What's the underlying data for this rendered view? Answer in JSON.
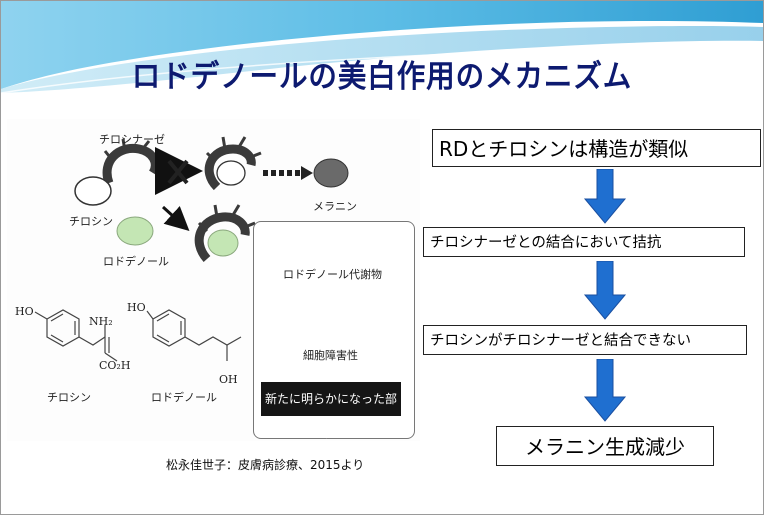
{
  "slide": {
    "title": "ロドデノールの美白作用のメカニズム"
  },
  "diagram": {
    "labels": {
      "enzyme": "チロシナーゼ",
      "tyrosine_node": "チロシン",
      "rhododenol_node": "ロドデノール",
      "melanin": "メラニン",
      "metabolite": "ロドデノール代謝物",
      "cytotoxicity": "細胞障害性",
      "newly_found": "新たに明らかになった部分"
    },
    "structures": {
      "tyrosine_name": "チロシン",
      "tyrosine_ho": "HO",
      "tyrosine_nh2": "NH₂",
      "tyrosine_co2h": "CO₂H",
      "rhododenol_name": "ロドデノール",
      "rhododenol_ho": "HO",
      "rhododenol_oh": "OH"
    },
    "citation": "松永佳世子：皮膚病診療、2015より"
  },
  "flow": {
    "steps": [
      "RDとチロシンは構造が類似",
      "チロシナーゼとの結合において拮抗",
      "チロシンがチロシナーゼと結合できない",
      "メラニン生成減少"
    ]
  },
  "colors": {
    "title": "#0d1a70",
    "arrow_blue": "#1f6fd0",
    "rd_green": "#c4e6b4",
    "melanin_gray": "#6a6a6a",
    "banner_blue": "#5dbde6"
  }
}
